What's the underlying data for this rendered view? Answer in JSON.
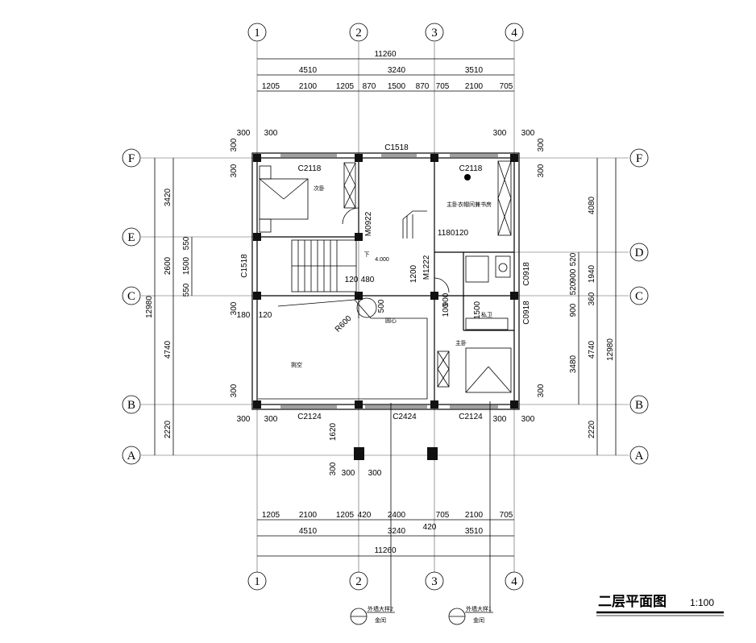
{
  "title": {
    "main": "二层平面图",
    "scale": "1:100"
  },
  "axes_x": [
    "1",
    "2",
    "3",
    "4"
  ],
  "axes_y": [
    "F",
    "E",
    "D",
    "C",
    "B",
    "A"
  ],
  "dims_top": {
    "total": "11260",
    "bays": [
      "4510",
      "3240",
      "3510"
    ],
    "detail": [
      "1205",
      "2100",
      "1205",
      "870",
      "1500",
      "870",
      "705",
      "2100",
      "705"
    ]
  },
  "dims_bottom": {
    "total": "11260",
    "bays": [
      "4510",
      "3240",
      "3510"
    ],
    "detail": [
      "1205",
      "2100",
      "1205",
      "420",
      "2400",
      "705",
      "2100",
      "705"
    ],
    "extra": "420"
  },
  "dims_left": {
    "total": "12980",
    "bays": [
      "3420",
      "2600",
      "4740",
      "2220"
    ],
    "detail": [
      "550",
      "1500",
      "550"
    ]
  },
  "dims_right": {
    "total": "12980",
    "bays": [
      "4080",
      "1940",
      "360",
      "4740",
      "2220"
    ],
    "detail": [
      "3480",
      "900",
      "520",
      "900",
      "520"
    ]
  },
  "rooms": {
    "bedroom2": "次卧",
    "master_suite": "主卧衣帽间兼书房",
    "void": "挑空",
    "master_bed": "主卧",
    "private_bath": "私卫",
    "down": "下",
    "elevation": "4.000",
    "circle_label": "圆心"
  },
  "openings": {
    "c1518_top": "C1518",
    "c2118_left": "C2118",
    "c2118_right": "C2118",
    "m0922": "M0922",
    "c1518_left": "C1518",
    "m1222": "M1222",
    "c0918_a": "C0918",
    "c0918_b": "C0918",
    "c2124_left": "C2124",
    "c2424": "C2424",
    "c2124_right": "C2124",
    "r600": "R600"
  },
  "misc_dims": {
    "d300": "300",
    "d180": "180",
    "d120": "120",
    "d480": "480",
    "d500": "500",
    "d1200": "1200",
    "d100": "100",
    "d1620": "1620",
    "d1180120": "1180120",
    "d1500": "1500",
    "d900": "900",
    "d520": "520"
  },
  "details": {
    "left": {
      "text": "外墙大样2",
      "sub": "金闰"
    },
    "right": {
      "text": "外墙大样1",
      "sub": "金闰"
    }
  }
}
